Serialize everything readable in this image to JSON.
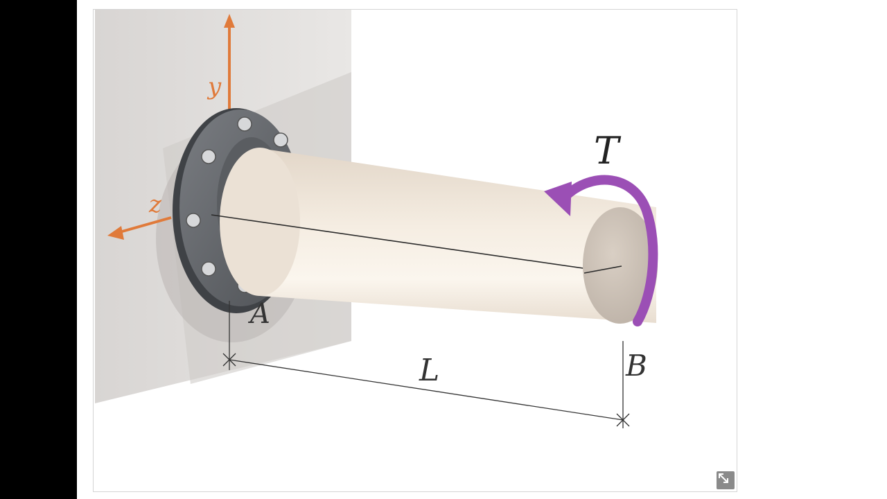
{
  "diagram": {
    "labels": {
      "torque": "T",
      "axis_y": "y",
      "axis_z": "z",
      "end_a": "A",
      "end_b": "B",
      "length": "L"
    },
    "colors": {
      "axis": "#e07a3a",
      "torque_arrow": "#9b4fb5",
      "shaft": "#efe6da",
      "flange": "#6b6e72",
      "wall": "#d9d6d4",
      "dimension": "#333333"
    }
  },
  "controls": {
    "expand_icon": "expand-arrows-icon"
  }
}
